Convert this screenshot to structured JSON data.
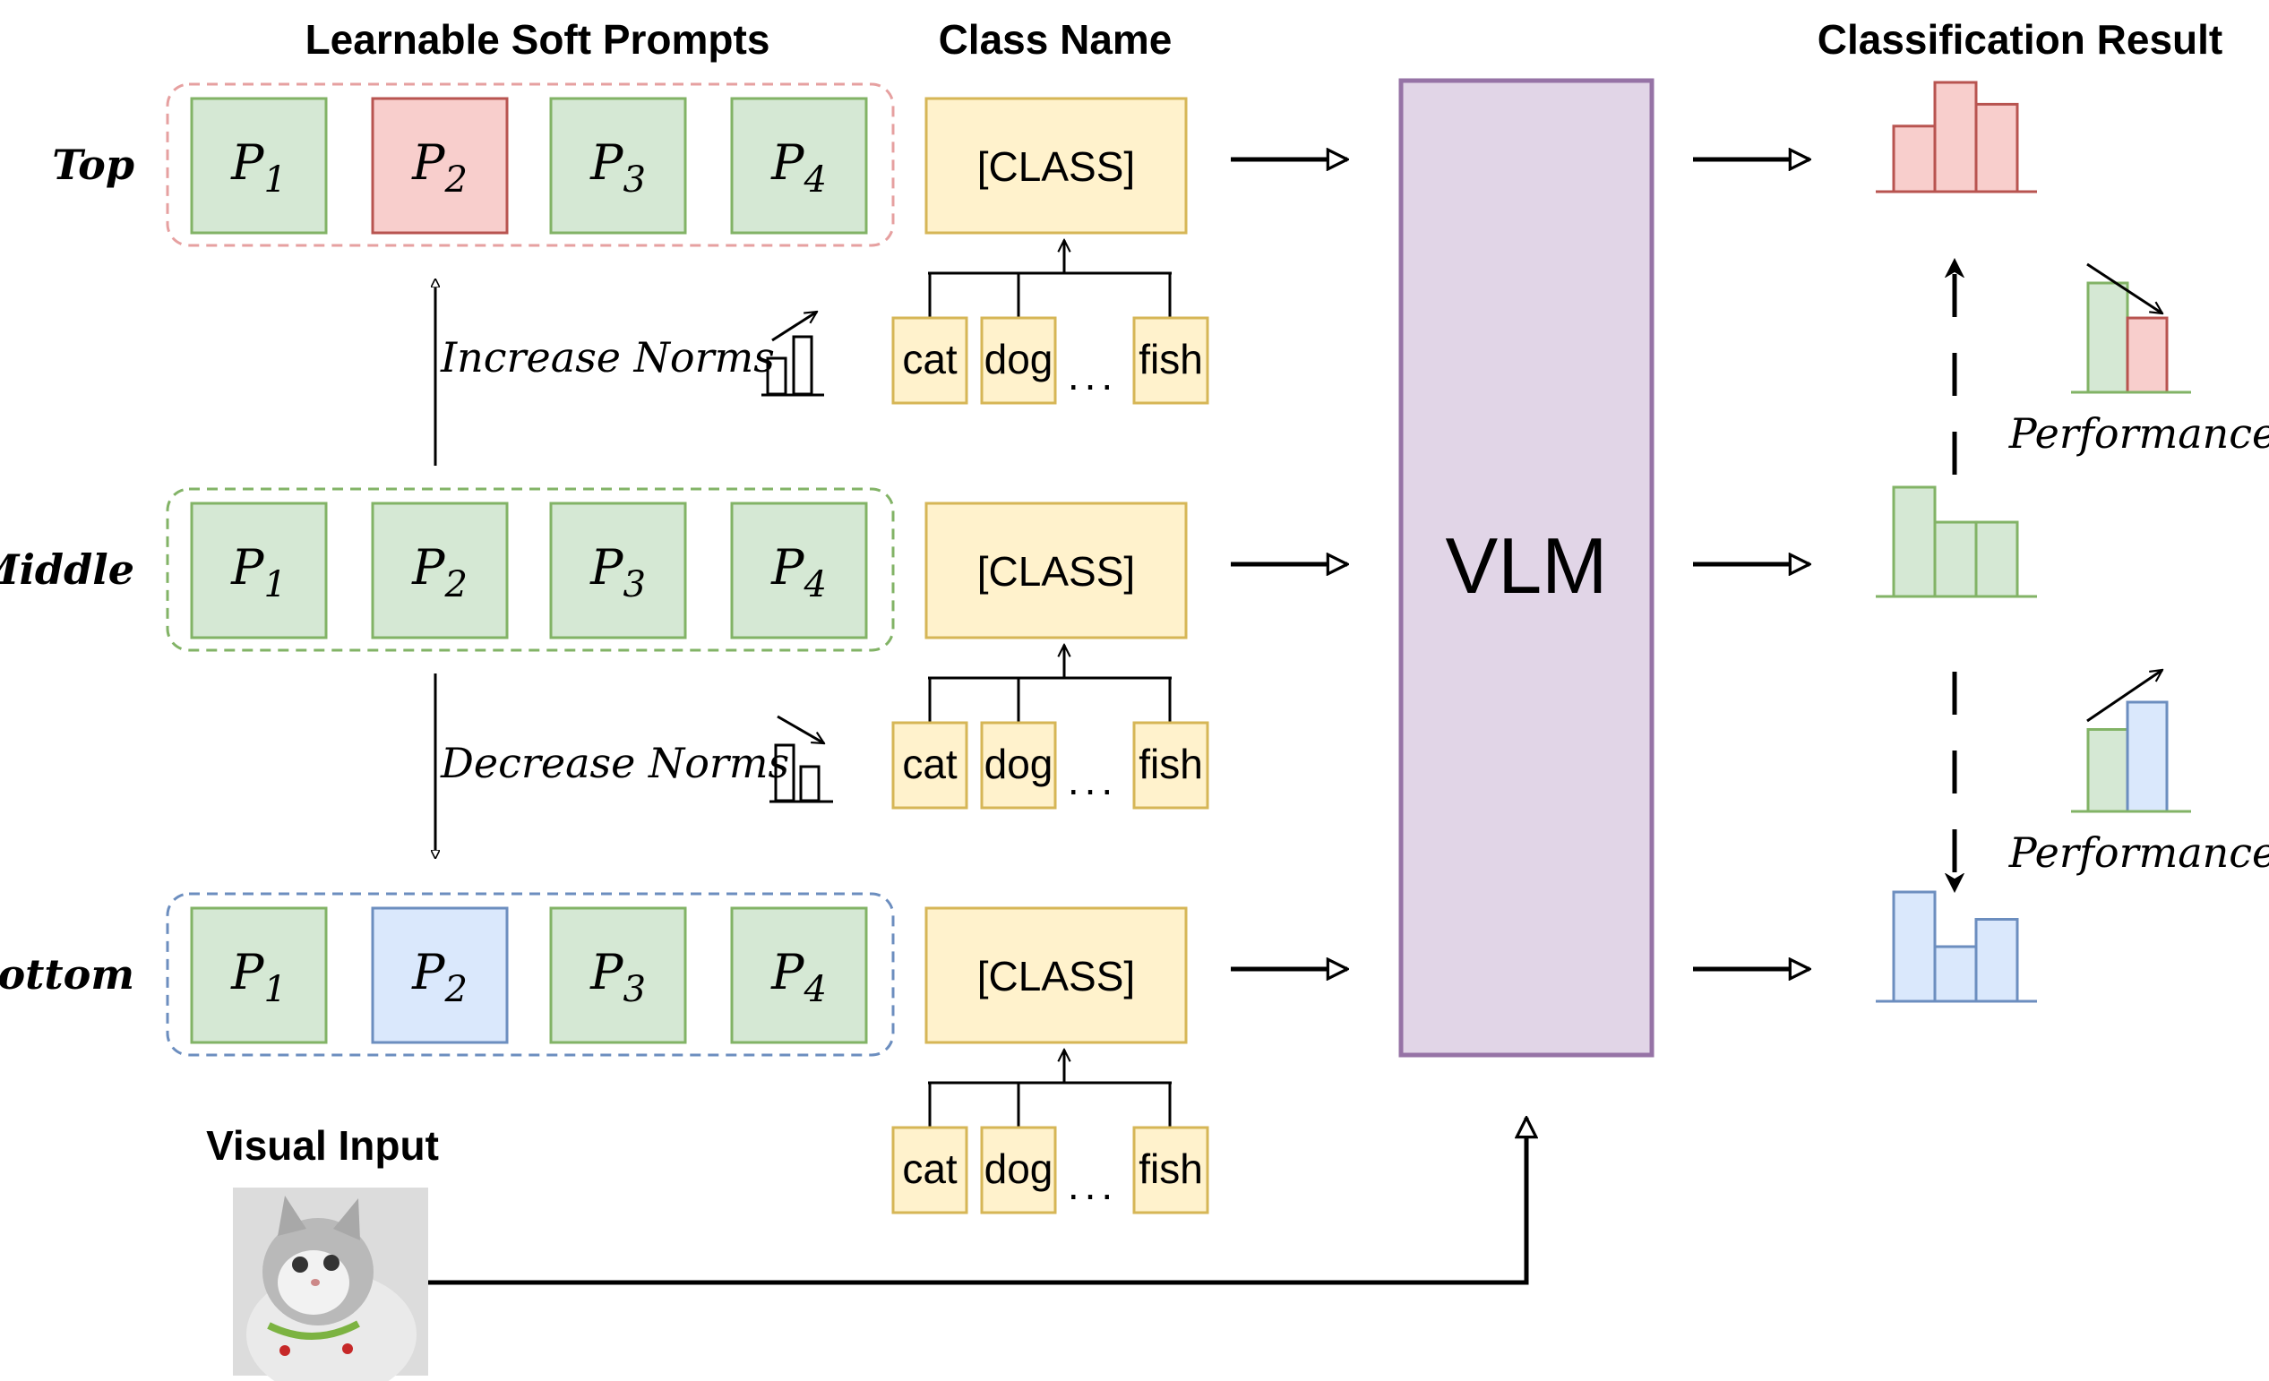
{
  "headings": {
    "soft_prompts": "Learnable Soft Prompts",
    "class_name": "Class Name",
    "result": "Classification Result",
    "visual_input": "Visual Input"
  },
  "rows": [
    {
      "key": "top",
      "label": "Top",
      "group_color": "#e6a0a0",
      "prompts": [
        {
          "base": "P",
          "sub": "1",
          "fill": "#d5e8d4",
          "stroke": "#82b366"
        },
        {
          "base": "P",
          "sub": "2",
          "fill": "#f8cecc",
          "stroke": "#b85450"
        },
        {
          "base": "P",
          "sub": "3",
          "fill": "#d5e8d4",
          "stroke": "#82b366"
        },
        {
          "base": "P",
          "sub": "4",
          "fill": "#d5e8d4",
          "stroke": "#82b366"
        }
      ],
      "class_box": "[CLASS]",
      "classes": [
        "cat",
        "dog",
        "...",
        "fish"
      ],
      "histogram": {
        "values": [
          0.6,
          1.0,
          0.8
        ],
        "fill": "#f8cecc",
        "stroke": "#b85450"
      }
    },
    {
      "key": "middle",
      "label": "Middle",
      "group_color": "#82b366",
      "prompts": [
        {
          "base": "P",
          "sub": "1",
          "fill": "#d5e8d4",
          "stroke": "#82b366"
        },
        {
          "base": "P",
          "sub": "2",
          "fill": "#d5e8d4",
          "stroke": "#82b366"
        },
        {
          "base": "P",
          "sub": "3",
          "fill": "#d5e8d4",
          "stroke": "#82b366"
        },
        {
          "base": "P",
          "sub": "4",
          "fill": "#d5e8d4",
          "stroke": "#82b366"
        }
      ],
      "class_box": "[CLASS]",
      "classes": [
        "cat",
        "dog",
        "...",
        "fish"
      ],
      "histogram": {
        "values": [
          1.0,
          0.68,
          0.68
        ],
        "fill": "#d5e8d4",
        "stroke": "#82b366"
      }
    },
    {
      "key": "bottom",
      "label": "Bottom",
      "group_color": "#6c8ebf",
      "prompts": [
        {
          "base": "P",
          "sub": "1",
          "fill": "#d5e8d4",
          "stroke": "#82b366"
        },
        {
          "base": "P",
          "sub": "2",
          "fill": "#dae8fc",
          "stroke": "#6c8ebf"
        },
        {
          "base": "P",
          "sub": "3",
          "fill": "#d5e8d4",
          "stroke": "#82b366"
        },
        {
          "base": "P",
          "sub": "4",
          "fill": "#d5e8d4",
          "stroke": "#82b366"
        }
      ],
      "class_box": "[CLASS]",
      "classes": [
        "cat",
        "dog",
        "...",
        "fish"
      ],
      "histogram": {
        "values": [
          1.0,
          0.5,
          0.75
        ],
        "fill": "#dae8fc",
        "stroke": "#6c8ebf"
      }
    }
  ],
  "transitions": {
    "increase": "Increase Norms",
    "decrease": "Decrease Norms"
  },
  "vlm": {
    "label": "VLM",
    "fill": "#e1d5e7",
    "stroke": "#9673a6"
  },
  "performance": [
    {
      "label": "Performance",
      "trend": "down",
      "values": [
        1.0,
        0.68
      ],
      "fills": [
        "#d5e8d4",
        "#f8cecc"
      ],
      "strokes": [
        "#82b366",
        "#b85450"
      ]
    },
    {
      "label": "Performance",
      "trend": "up",
      "values": [
        0.75,
        1.0
      ],
      "fills": [
        "#d5e8d4",
        "#dae8fc"
      ],
      "strokes": [
        "#82b366",
        "#6c8ebf"
      ]
    }
  ],
  "icons": {
    "increase": "bar-chart-trend-up-icon",
    "decrease": "bar-chart-trend-down-icon",
    "cat": "cat-photo"
  },
  "colors": {
    "class_fill": "#fff2cc",
    "class_stroke": "#d6b656",
    "arrow": "#000000"
  }
}
